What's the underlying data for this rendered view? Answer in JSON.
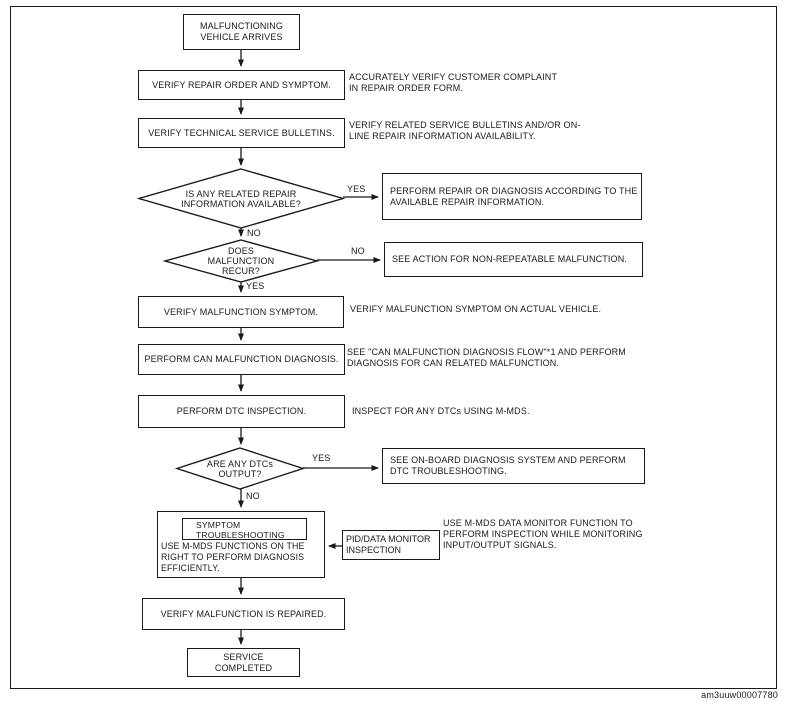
{
  "page": {
    "background_color": "#ffffff",
    "ink_color": "#1a1a1a",
    "figure_code": "am3uuw00007780"
  },
  "flowchart": {
    "start": {
      "label": "MALFUNCTIONING\nVEHICLE ARRIVES"
    },
    "verify_repair_order": {
      "label": "VERIFY REPAIR ORDER AND SYMPTOM.",
      "note": "ACCURATELY VERIFY CUSTOMER COMPLAINT\nIN REPAIR ORDER FORM."
    },
    "verify_bulletins": {
      "label": "VERIFY TECHNICAL SERVICE BULLETINS.",
      "note": "VERIFY RELATED SERVICE BULLETINS AND/OR ON-\nLINE REPAIR INFORMATION AVAILABILITY."
    },
    "decision_repair_info": {
      "label": "IS ANY RELATED REPAIR\nINFORMATION AVAILABLE?",
      "yes_label": "YES",
      "no_label": "NO"
    },
    "perform_repair": {
      "label": "PERFORM REPAIR OR DIAGNOSIS ACCORDING TO THE\nAVAILABLE REPAIR INFORMATION."
    },
    "decision_recur": {
      "label": "DOES\nMALFUNCTION\nRECUR?",
      "yes_label": "YES",
      "no_label": "NO"
    },
    "non_repeatable": {
      "label": "SEE ACTION FOR NON-REPEATABLE MALFUNCTION."
    },
    "verify_symptom": {
      "label": "VERIFY MALFUNCTION SYMPTOM.",
      "note": "VERIFY MALFUNCTION SYMPTOM ON ACTUAL VEHICLE."
    },
    "can_diagnosis": {
      "label": "PERFORM CAN MALFUNCTION DIAGNOSIS.",
      "note": "SEE \"CAN MALFUNCTION DIAGNOSIS FLOW\"*1 AND PERFORM\nDIAGNOSIS FOR CAN RELATED MALFUNCTION."
    },
    "dtc_inspection": {
      "label": "PERFORM DTC INSPECTION.",
      "note": "INSPECT FOR ANY DTCs USING M-MDS."
    },
    "decision_dtc": {
      "label": "ARE ANY DTCs\nOUTPUT?",
      "yes_label": "YES",
      "no_label": "NO"
    },
    "obd_system": {
      "label": "SEE ON-BOARD DIAGNOSIS SYSTEM AND PERFORM\nDTC TROUBLESHOOTING."
    },
    "symptom_troubleshooting": {
      "title": "SYMPTOM\nTROUBLESHOOTING",
      "body": "USE M-MDS FUNCTIONS ON THE\nRIGHT TO PERFORM DIAGNOSIS\nEFFICIENTLY."
    },
    "pid_monitor": {
      "label": "PID/DATA MONITOR\nINSPECTION",
      "note": "USE M-MDS DATA MONITOR FUNCTION TO\nPERFORM INSPECTION WHILE MONITORING\nINPUT/OUTPUT SIGNALS."
    },
    "verify_repaired": {
      "label": "VERIFY MALFUNCTION IS REPAIRED."
    },
    "service_completed": {
      "label": "SERVICE\nCOMPLETED"
    }
  }
}
